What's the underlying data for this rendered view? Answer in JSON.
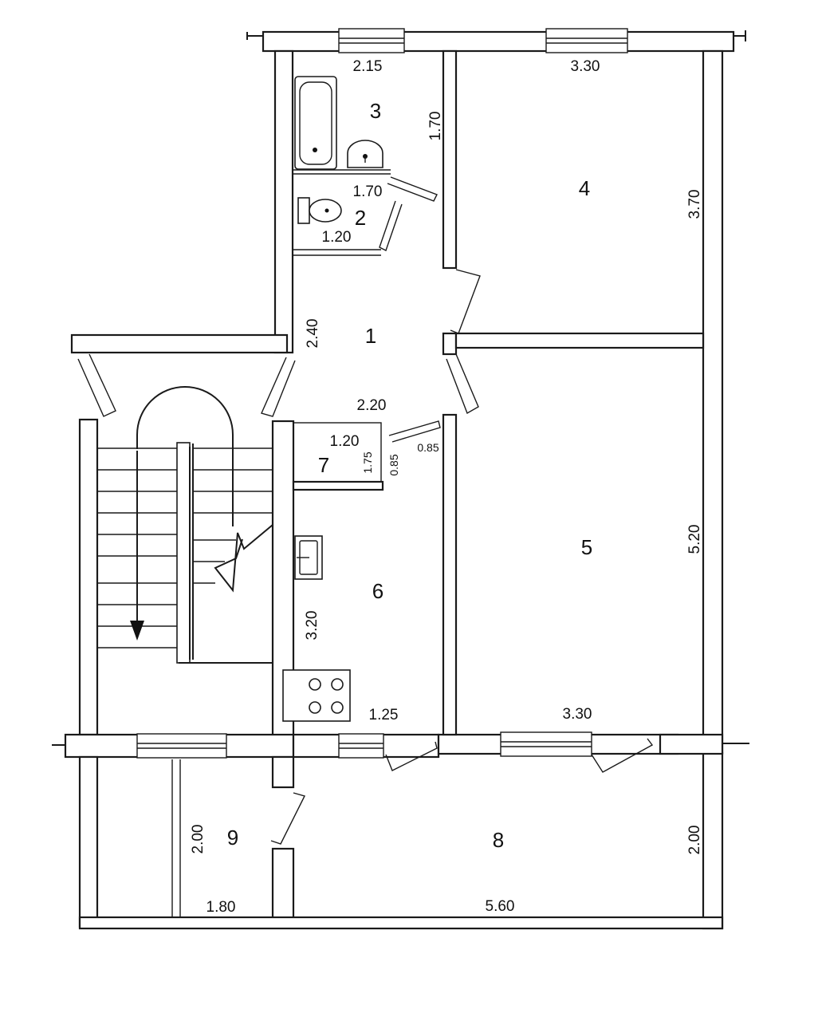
{
  "rooms": [
    {
      "number": "1",
      "dims": [
        "2.40",
        "2.20"
      ]
    },
    {
      "number": "2",
      "dims": [
        "1.70",
        "1.20"
      ]
    },
    {
      "number": "3",
      "dims": [
        "2.15",
        "1.70"
      ]
    },
    {
      "number": "4",
      "dims": [
        "3.30",
        "3.70"
      ]
    },
    {
      "number": "5",
      "dims": [
        "5.20",
        "3.30"
      ]
    },
    {
      "number": "6",
      "dims": [
        "3.20",
        "1.25"
      ]
    },
    {
      "number": "7",
      "dims": [
        "1.20",
        "1.75",
        "0.85",
        "0.85"
      ]
    },
    {
      "number": "8",
      "dims": [
        "5.60",
        "2.00"
      ]
    },
    {
      "number": "9",
      "dims": [
        "2.00",
        "1.80"
      ]
    }
  ]
}
